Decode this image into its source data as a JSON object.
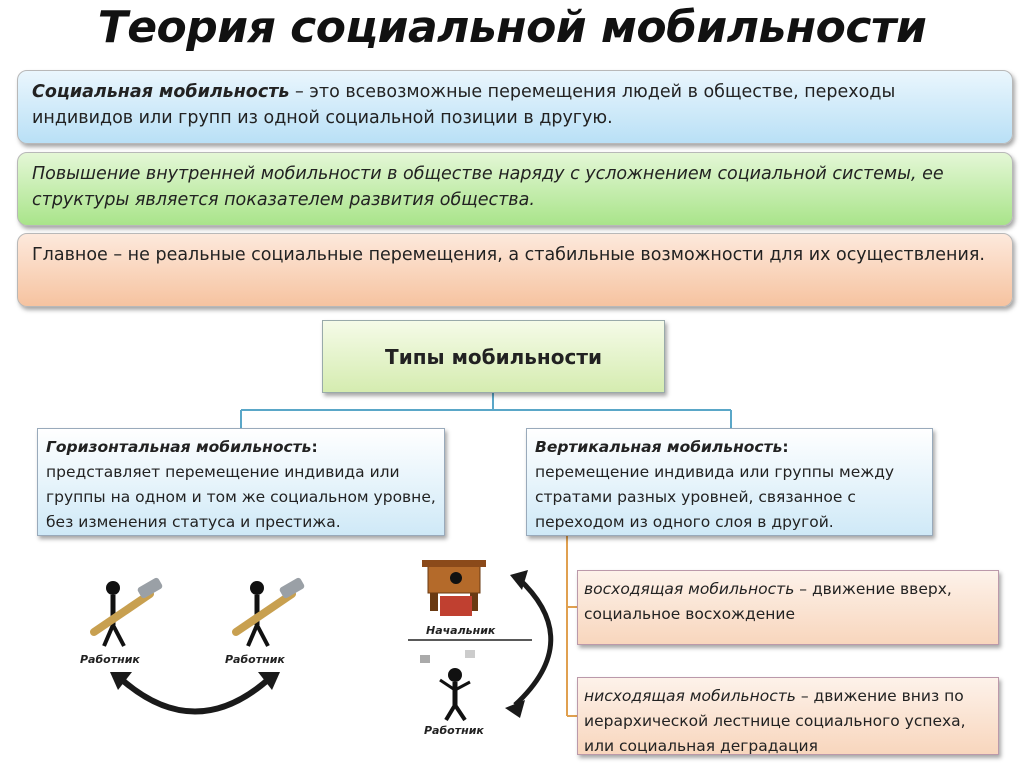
{
  "title": "Теория социальной мобильности",
  "definition": {
    "term": "Социальная мобильность",
    "text": " – это всевозможные перемещения людей в обществе, переходы индивидов или групп из одной социальной позиции в другую."
  },
  "statement_green": "Повышение внутренней мобильности в обществе наряду с усложнением социальной системы, ее структуры является показателем развития общества.",
  "statement_orange": "Главное – не реальные социальные перемещения, а стабильные возможности для их осуществления.",
  "types_title": "Типы мобильности",
  "horizontal": {
    "term": "Горизонтальная мобильность",
    "colon": ":",
    "text": "представляет перемещение индивида или группы на одном и том же социальном уровне, без изменения статуса и престижа."
  },
  "vertical": {
    "term": "Вертикальная мобильность",
    "colon": ":",
    "text": "перемещение индивида или группы между стратами разных уровней, связанное с переходом из одного слоя в другой."
  },
  "upward": {
    "term": "восходящая мобильность",
    "text": " – движение вверх, социальное восхождение"
  },
  "downward": {
    "term": "нисходящая мобильность",
    "text": " – движение вниз по иерархической лестнице социального успеха, или социальная деградация"
  },
  "figure_labels": {
    "worker_left": "Работник",
    "worker_right": "Работник",
    "boss": "Начальник",
    "worker_bottom": "Работник"
  },
  "colors": {
    "connector": "#5aa7c8",
    "vertical_connector": "#e0a050",
    "arrow": "#1a1a1a"
  }
}
